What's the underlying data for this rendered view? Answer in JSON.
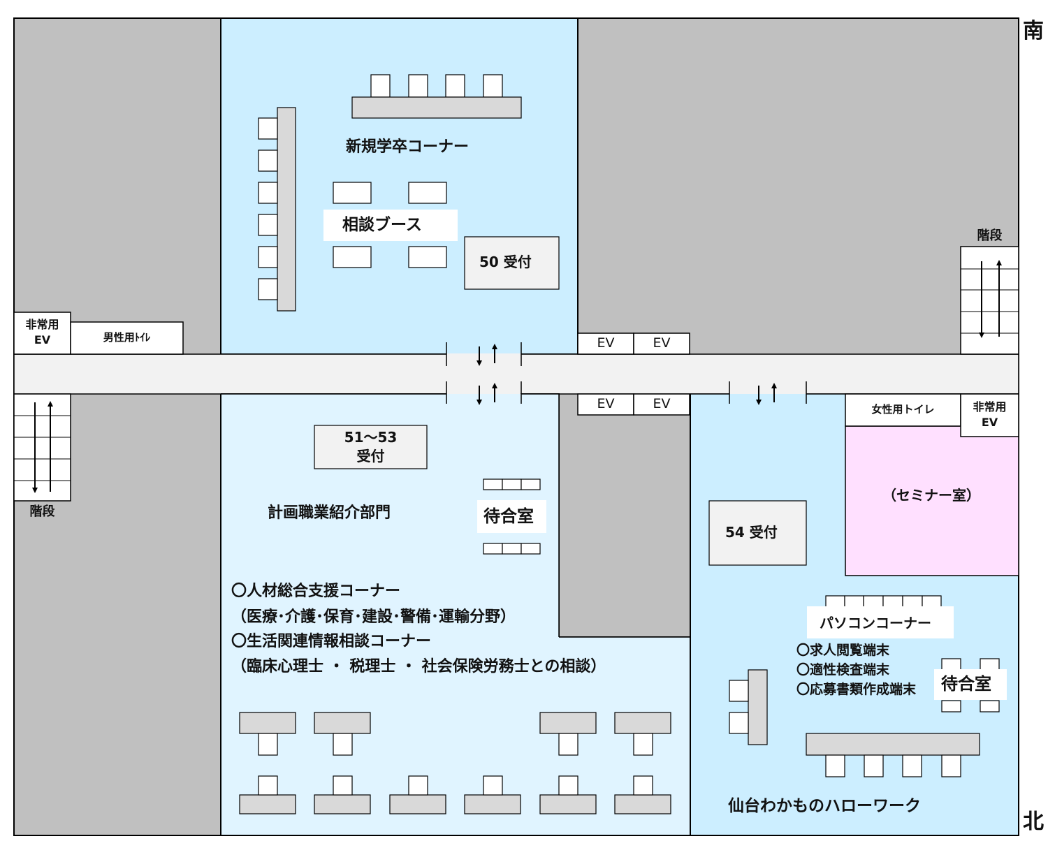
{
  "compass": {
    "south": "南",
    "north": "北"
  },
  "colors": {
    "gray_block": "#c0c0c0",
    "light_blue": "#cceeff",
    "lighter_blue": "#e0f4ff",
    "seminar_pink": "#ffe0ff",
    "furniture_gray": "#d9d9d9",
    "corridor": "#f2f2f2"
  },
  "rooms": {
    "new_grad": {
      "title": "新規学卒コーナー",
      "booth": "相談ブース",
      "reception": "50 受付"
    },
    "planning": {
      "title": "計画職業紹介部門",
      "reception_line1": "51～53",
      "reception_line2": "受付",
      "waiting": "待合室",
      "item1": "〇人材総合支援コーナー",
      "item1_sub": "（医療･介護･保育･建設･警備･運輸分野）",
      "item2": "〇生活関連情報相談コーナー",
      "item2_sub": "（臨床心理士 ・ 税理士 ・ 社会保険労務士との相談）"
    },
    "young": {
      "title": "仙台わかものハローワーク",
      "reception": "54 受付",
      "pc_corner": "パソコンコーナー",
      "pc_item1": "〇求人閲覧端末",
      "pc_item2": "〇適性検査端末",
      "pc_item3": "〇応募書類作成端末",
      "waiting": "待合室"
    },
    "seminar": "（セミナー室）"
  },
  "facilities": {
    "emergency_ev": "非常用",
    "ev": "EV",
    "mens_toilet": "男性用ﾄｲﾚ",
    "womens_toilet": "女性用トイレ",
    "stairs": "階段"
  }
}
